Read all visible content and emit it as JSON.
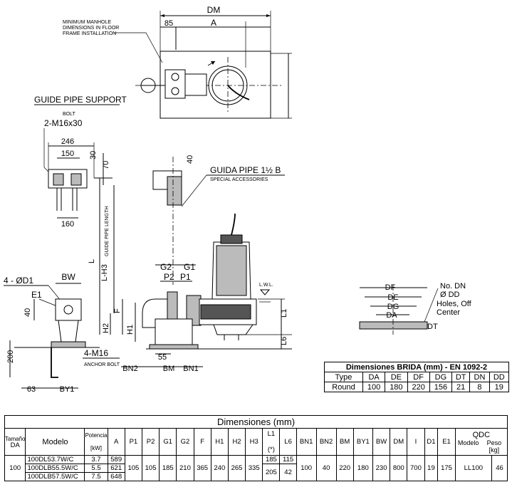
{
  "drawing": {
    "top_dims": {
      "dm": "DM",
      "d85": "85",
      "a": "A"
    },
    "manhole_note": [
      "MINIMUM MANHOLE",
      "DIMENSIONS IN FLOOR",
      "FRAME INSTALLATION"
    ],
    "guide_support": {
      "title": "GUIDE PIPE SUPPORT",
      "bolt_label": "BOLT",
      "bolt_spec": "2-M16x30",
      "d246": "246",
      "d150": "150",
      "d160": "160",
      "d30": "30",
      "d70": "70"
    },
    "guide_pipe": {
      "label": "GUIDA PIPE 1½ B",
      "note": "SPECIAL ACCESSORIES",
      "d40": "40"
    },
    "vertical_labels": {
      "l": "L",
      "guide_length": "GUIDE PIPE LENGTH",
      "l_h3": "L-H3",
      "h2": "H2",
      "f": "F",
      "h1": "H1"
    },
    "pump_dims": {
      "g2": "G2",
      "g1": "G1",
      "p2": "P2",
      "p1": "P1",
      "d55": "55",
      "bm": "BM",
      "bn1": "BN1",
      "bn2": "BN2",
      "lwl": "L.W.L.",
      "l1": "L1",
      "l6": "L6"
    },
    "base": {
      "holes": "4 - ØD1",
      "e1": "E1",
      "bw": "BW",
      "d40": "40",
      "d200": "200",
      "d63": "63",
      "by1": "BY1",
      "anchor": "4-M16",
      "anchor_note": "ANCHOR BOLT"
    },
    "flange_view": {
      "df": "DF",
      "de": "DE",
      "dg": "DG",
      "da": "DA",
      "dt": "DT",
      "note": [
        "No. DN",
        "Ø DD",
        "Holes, Off",
        "Center"
      ]
    }
  },
  "flange_table": {
    "title": "Dimensiones BRIDA (mm) - EN 1092-2",
    "headers": [
      "Type",
      "DA",
      "DE",
      "DF",
      "DG",
      "DT",
      "DN",
      "DD"
    ],
    "row": [
      "Round",
      "100",
      "180",
      "220",
      "156",
      "21",
      "8",
      "19"
    ]
  },
  "dimensions_table": {
    "title": "Dimensiones (mm)",
    "size_header": [
      "Tamaño",
      "DA"
    ],
    "model_header": "Modelo",
    "power_header": [
      "Potencia",
      "[kW]"
    ],
    "columns": [
      "A",
      "P1",
      "P2",
      "G1",
      "G2",
      "F",
      "H1",
      "H2",
      "H3"
    ],
    "l1_header": [
      "L1",
      "(*)"
    ],
    "columns2": [
      "L6",
      "BN1",
      "BN2",
      "BM",
      "BY1",
      "BW",
      "DM",
      "I",
      "D1",
      "E1"
    ],
    "qdc_header": "QDC",
    "qdc_model": "Modelo",
    "qdc_weight": [
      "Peso",
      "[kg]"
    ],
    "size": "100",
    "models": [
      "100DL53.7W/C",
      "100DLB55.5W/C",
      "100DLB57.5W/C"
    ],
    "powers": [
      "3.7",
      "5.5",
      "7.5"
    ],
    "a_values": [
      "589",
      "621",
      "648"
    ],
    "common": [
      "105",
      "105",
      "185",
      "210",
      "365",
      "240",
      "265",
      "335"
    ],
    "l1_values": [
      "185",
      "205"
    ],
    "l6_values": [
      "115",
      "42"
    ],
    "common2": [
      "100",
      "40",
      "220",
      "180",
      "230",
      "800",
      "700",
      "19",
      "175"
    ],
    "qdc_model_value": "LL100",
    "qdc_weight_value": "46"
  }
}
